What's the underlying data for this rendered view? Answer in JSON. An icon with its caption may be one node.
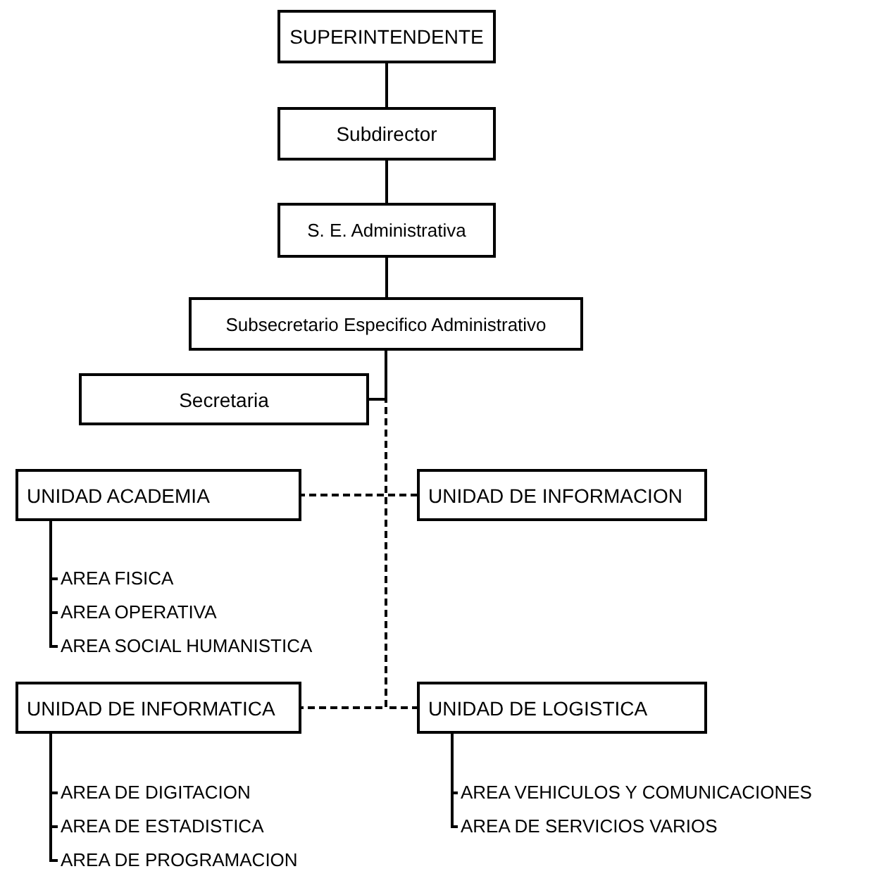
{
  "diagram": {
    "nodes": [
      {
        "text": [
          "SUPERINTENDENTE"
        ]
      },
      {
        "text": [
          "Subdirector"
        ]
      },
      {
        "text": [
          "S. E. Administrativa"
        ]
      },
      {
        "text": [
          "Subsecretario Especifico Administrativo"
        ]
      },
      {
        "text": [
          "Secretaria"
        ]
      },
      {
        "text": [
          "UNIDAD ACADEMIA"
        ]
      },
      {
        "text": [
          "UNIDAD DE INFORMACION"
        ]
      },
      {
        "text": [
          "AREA FISICA"
        ]
      },
      {
        "text": [
          "AREA OPERATIVA"
        ]
      },
      {
        "text": [
          "AREA SOCIAL HUMANISTICA"
        ]
      },
      {
        "text": [
          "UNIDAD DE INFORMATICA"
        ]
      },
      {
        "text": [
          "UNIDAD DE LOGISTICA"
        ]
      },
      {
        "text": [
          "AREA DE DIGITACION"
        ]
      },
      {
        "text": [
          "AREA DE ESTADISTICA"
        ]
      },
      {
        "text": [
          "AREA DE PROGRAMACION"
        ]
      },
      {
        "text": [
          "AREA VEHICULOS Y COMUNICACIONES"
        ]
      },
      {
        "text": [
          "AREA DE SERVICIOS VARIOS"
        ]
      }
    ],
    "edges": [
      {
        "from": 0,
        "to": 1,
        "arrow": "none"
      },
      {
        "from": 1,
        "to": 2,
        "arrow": "none"
      },
      {
        "from": 2,
        "to": 3,
        "arrow": "none"
      },
      {
        "from": 3,
        "to": 4,
        "arrow": "none"
      },
      {
        "from": 3,
        "to": 5,
        "arrow": "none",
        "style": "dashed"
      },
      {
        "from": 3,
        "to": 6,
        "arrow": "none",
        "style": "dashed"
      },
      {
        "from": 3,
        "to": 10,
        "arrow": "none",
        "style": "dashed"
      },
      {
        "from": 3,
        "to": 11,
        "arrow": "none",
        "style": "dashed"
      },
      {
        "from": 5,
        "to": 7,
        "arrow": "none"
      },
      {
        "from": 5,
        "to": 8,
        "arrow": "none"
      },
      {
        "from": 5,
        "to": 9,
        "arrow": "none"
      },
      {
        "from": 10,
        "to": 12,
        "arrow": "none"
      },
      {
        "from": 10,
        "to": 13,
        "arrow": "none"
      },
      {
        "from": 10,
        "to": 14,
        "arrow": "none"
      },
      {
        "from": 11,
        "to": 15,
        "arrow": "none"
      },
      {
        "from": 11,
        "to": 16,
        "arrow": "none"
      }
    ]
  }
}
